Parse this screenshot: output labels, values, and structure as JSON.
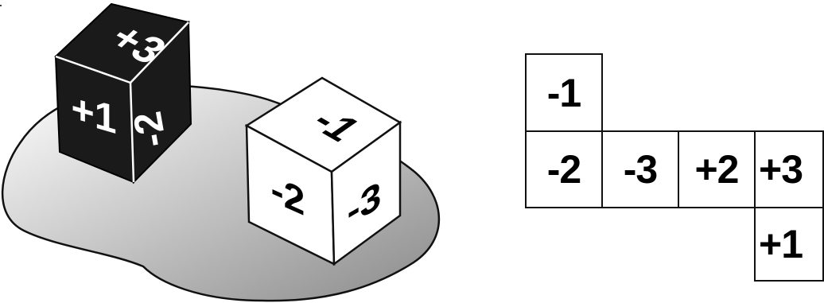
{
  "scene": {
    "dark_die": {
      "faces": {
        "top": "+3",
        "left": "+1",
        "right": "-2"
      },
      "fill": "#1a1a1a",
      "text_color": "#ffffff"
    },
    "light_die": {
      "faces": {
        "top": "-1",
        "left": "-2",
        "right": "-3"
      },
      "fill": "#ffffff",
      "text_color": "#000000"
    },
    "shadow_colors": {
      "light": "#ffffff",
      "dark": "#8a8a8a"
    }
  },
  "net": {
    "cells": [
      {
        "id": "top",
        "label": "-1"
      },
      {
        "id": "m1",
        "label": "-2"
      },
      {
        "id": "m2",
        "label": "-3"
      },
      {
        "id": "m3",
        "label": "+2"
      },
      {
        "id": "m4",
        "label": "+3"
      },
      {
        "id": "bottom",
        "label": "+1"
      }
    ]
  }
}
